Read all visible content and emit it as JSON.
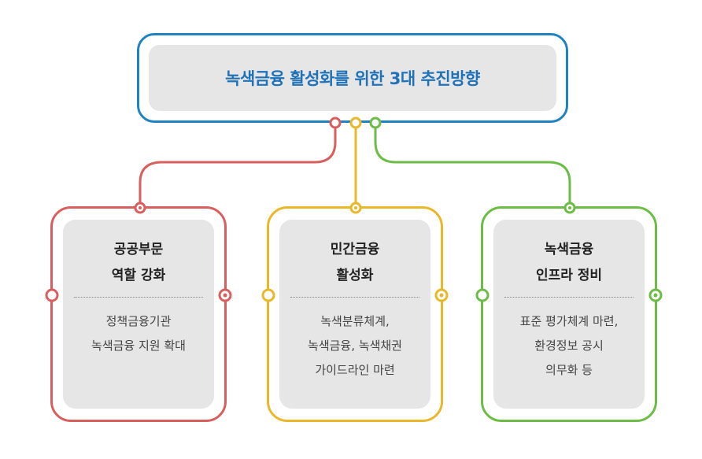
{
  "title": "녹색금융 활성화를 위한 3대 추진방향",
  "colors": {
    "top_border": "#1f82c3",
    "title_text": "#1f72b8",
    "red": "#d95f5f",
    "yellow": "#e8b828",
    "green": "#6cbd45",
    "panel_fill": "#e6e6e6"
  },
  "cards": [
    {
      "color": "red",
      "title_lines": [
        "공공부문",
        "역할 강화"
      ],
      "body_lines": [
        "정책금융기관",
        "녹색금융 지원 확대"
      ]
    },
    {
      "color": "yellow",
      "title_lines": [
        "민간금융",
        "활성화"
      ],
      "body_lines": [
        "녹색분류체계,",
        "녹색금융, 녹색채권",
        "가이드라인 마련"
      ]
    },
    {
      "color": "green",
      "title_lines": [
        "녹색금융",
        "인프라 정비"
      ],
      "body_lines": [
        "표준 평가체계 마련,",
        "환경정보 공시",
        "의무화 등"
      ]
    }
  ]
}
